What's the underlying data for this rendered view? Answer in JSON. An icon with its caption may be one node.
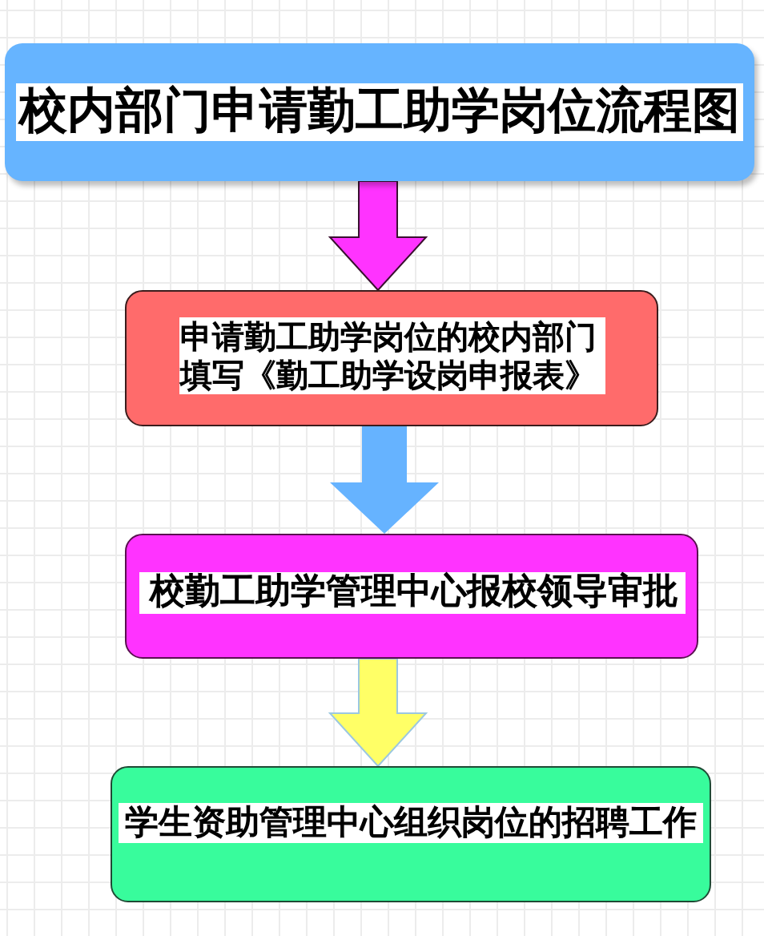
{
  "diagram": {
    "nodes": [
      {
        "text": [
          "校内部门申请勤工助学岗位流程图"
        ]
      },
      {
        "text": [
          "申请勤工助学岗位的校内部门填写《勤工助学设岗申报表》"
        ]
      },
      {
        "text": [
          "校勤工助学管理中心报校领导审批"
        ]
      },
      {
        "text": [
          "学生资助管理中心组织岗位的招聘工作"
        ]
      }
    ],
    "edges": [
      {
        "from": 0,
        "to": 1,
        "arrow": "to",
        "style": "thick",
        "color": "#ff33ff"
      },
      {
        "from": 1,
        "to": 2,
        "arrow": "to",
        "style": "thick",
        "color": "#66b3ff"
      },
      {
        "from": 2,
        "to": 3,
        "arrow": "to",
        "style": "thick",
        "color": "#ffff66"
      }
    ]
  }
}
